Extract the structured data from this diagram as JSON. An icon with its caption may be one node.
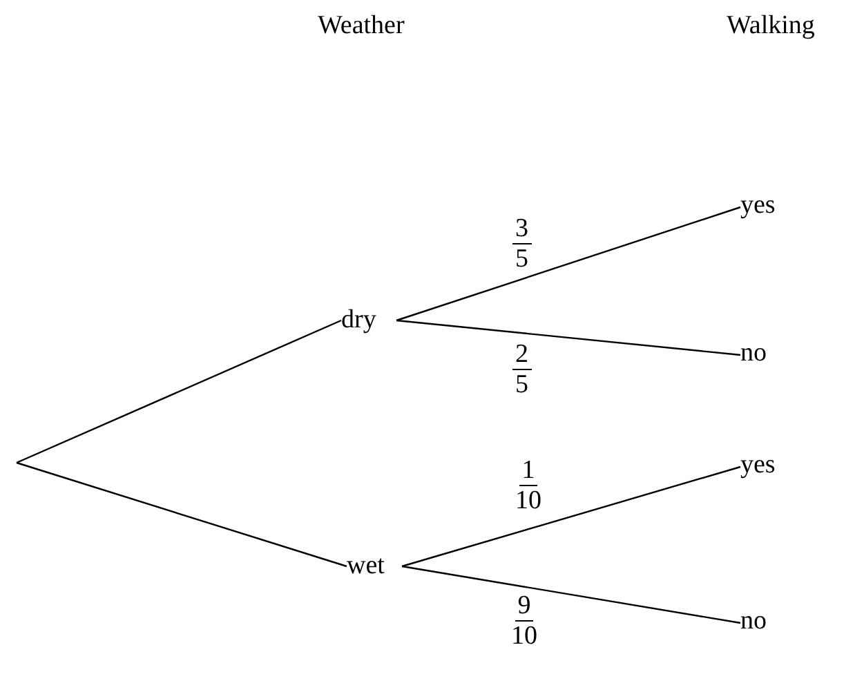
{
  "diagram": {
    "nodes": [
      {
        "text": [
          "dry"
        ]
      },
      {
        "text": [
          "wet"
        ]
      },
      {
        "text": [
          "yes"
        ]
      },
      {
        "text": [
          "no"
        ]
      },
      {
        "text": [
          "yes"
        ]
      },
      {
        "text": [
          "no"
        ]
      }
    ],
    "edges": [
      {
        "from": null,
        "to": 0,
        "arrow": "none"
      },
      {
        "from": null,
        "to": 1,
        "arrow": "none"
      },
      {
        "from": 0,
        "to": 2,
        "arrow": "none",
        "label": "3 5"
      },
      {
        "from": 0,
        "to": 3,
        "arrow": "none",
        "label": "2 5"
      },
      {
        "from": 1,
        "to": 4,
        "arrow": "none",
        "label": "1 10"
      },
      {
        "from": 1,
        "to": 5,
        "arrow": "none",
        "label": "9 10"
      }
    ],
    "labels": [
      "Weather",
      "Walking"
    ]
  }
}
